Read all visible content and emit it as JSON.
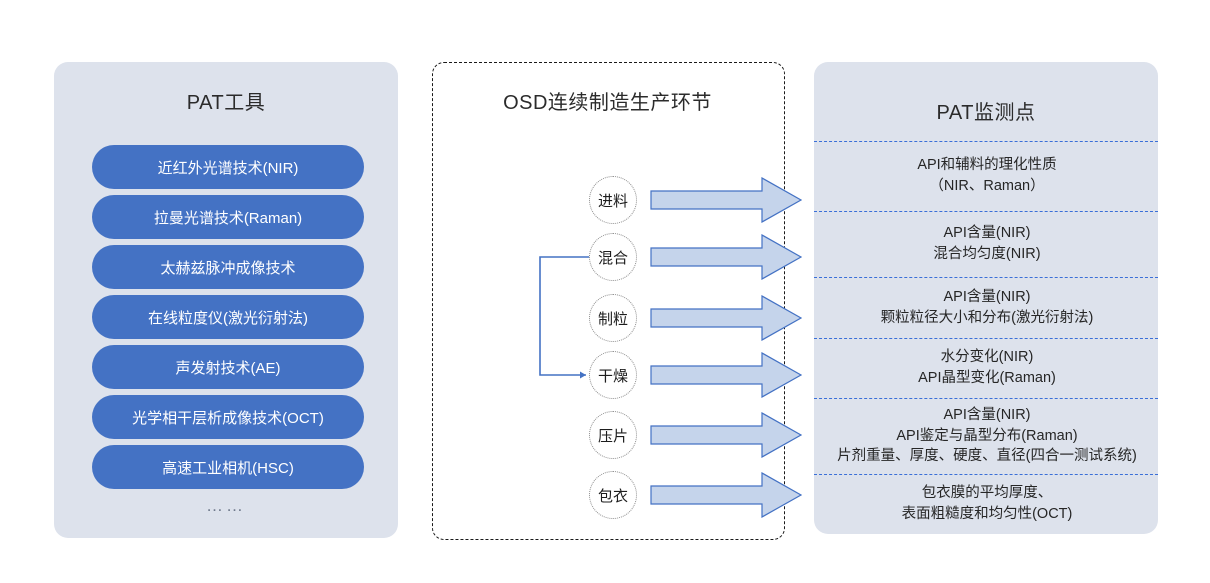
{
  "left_panel": {
    "title": "PAT工具",
    "tools": [
      "近红外光谱技术(NIR)",
      "拉曼光谱技术(Raman)",
      "太赫兹脉冲成像技术",
      "在线粒度仪(激光衍射法)",
      "声发射技术(AE)",
      "光学相干层析成像技术(OCT)",
      "高速工业相机(HSC)"
    ],
    "more_indicator": "……"
  },
  "middle_panel": {
    "title": "OSD连续制造生产环节",
    "stages": [
      "进料",
      "混合",
      "制粒",
      "干燥",
      "压片",
      "包衣"
    ],
    "feedback_connector": {
      "from": "混合",
      "to": "干燥"
    }
  },
  "right_panel": {
    "title": "PAT监测点",
    "monitor_points": [
      {
        "lines": [
          "API和辅料的理化性质",
          "（NIR、Raman）"
        ]
      },
      {
        "lines": [
          "API含量(NIR)",
          "混合均匀度(NIR)"
        ]
      },
      {
        "lines": [
          "API含量(NIR)",
          "颗粒粒径大小和分布(激光衍射法)"
        ]
      },
      {
        "lines": [
          "水分变化(NIR)",
          "API晶型变化(Raman)"
        ]
      },
      {
        "lines": [
          "API含量(NIR)",
          "API鉴定与晶型分布(Raman)",
          "片剂重量、厚度、硬度、直径(四合一测试系统)"
        ]
      },
      {
        "lines": [
          "包衣膜的平均厚度、",
          "表面粗糙度和均匀性(OCT)"
        ]
      }
    ]
  },
  "colors": {
    "panel_background": "#dde2ec",
    "pill_blue": "#4472c4",
    "arrow_fill": "#c5d4eb",
    "arrow_stroke": "#4472c4",
    "separator_blue": "#3a6fd8",
    "dashed_box_border": "#1a1a1a",
    "circle_border": "#8c8c8c",
    "connector_line": "#4472c4",
    "page_background": "#ffffff"
  }
}
